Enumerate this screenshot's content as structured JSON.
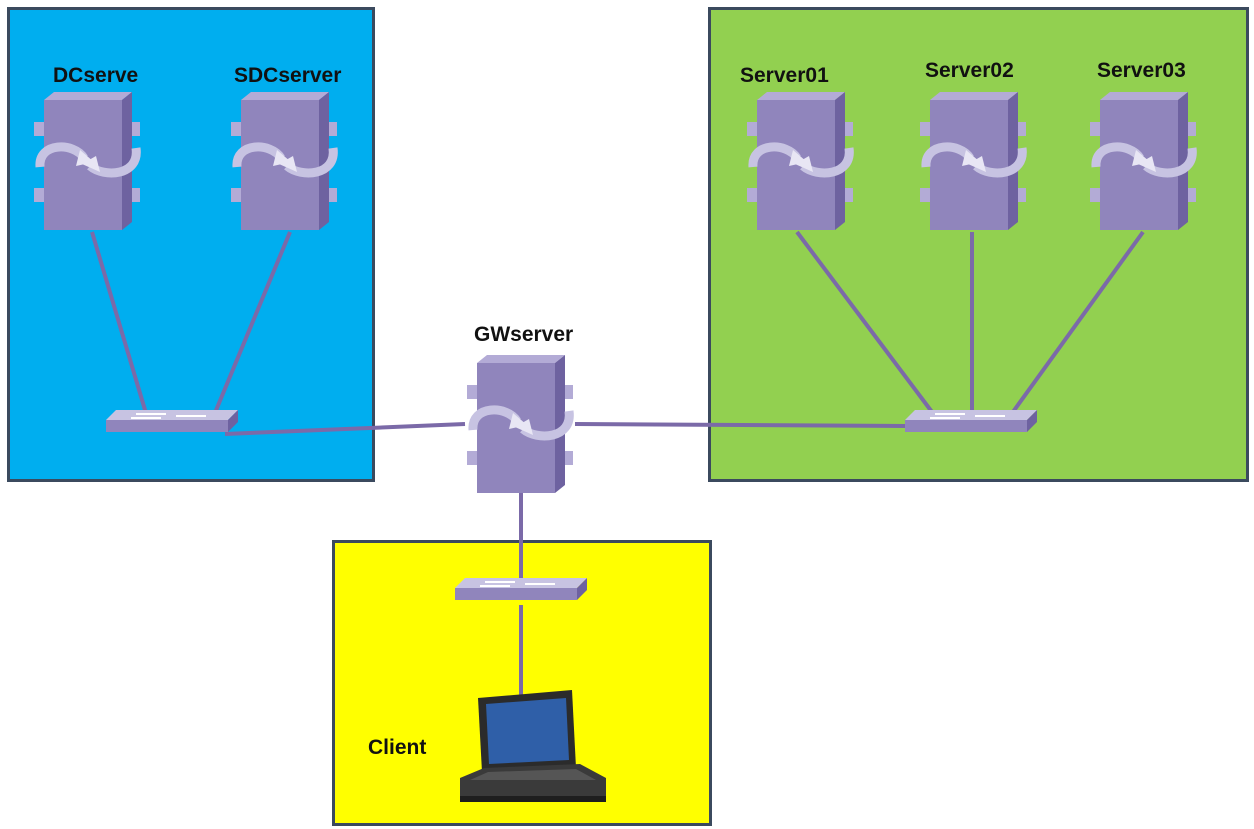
{
  "zones": {
    "dc": {
      "color": "#00aeef"
    },
    "servers": {
      "color": "#92d050"
    },
    "client": {
      "color": "#ffff00"
    }
  },
  "nodes": {
    "dc_server": {
      "label": "DCserve",
      "icon": "router-icon"
    },
    "sdc_server": {
      "label": "SDCserver",
      "icon": "router-icon"
    },
    "server01": {
      "label": "Server01",
      "icon": "router-icon"
    },
    "server02": {
      "label": "Server02",
      "icon": "router-icon"
    },
    "server03": {
      "label": "Server03",
      "icon": "router-icon"
    },
    "gw_server": {
      "label": "GWserver",
      "icon": "router-icon"
    },
    "client": {
      "label": "Client",
      "icon": "laptop-icon"
    }
  },
  "switches": [
    "dc-switch",
    "server-switch",
    "client-switch"
  ],
  "colors": {
    "device": "#9085bc",
    "device_dark": "#6e62a0",
    "device_light": "#b3abd6",
    "link": "#7b6aa8",
    "border": "#3b4a5e"
  }
}
